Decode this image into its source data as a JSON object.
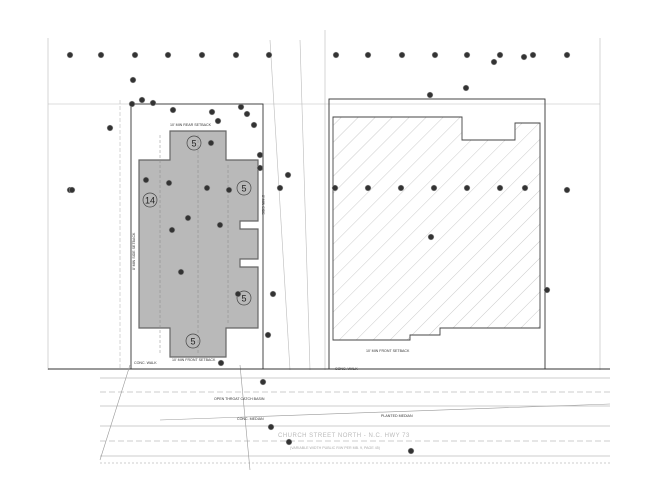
{
  "labels": {
    "rear_setback": "10' MIN REAR SETBACK",
    "side_setback_left": "8' MIN SIDE SETBACK",
    "side_setback_right": "8' MIN SIDE",
    "front_setback_left": "10' MIN FRONT SETBACK",
    "front_setback_right": "10' MIN FRONT SETBACK",
    "conc_walk_left": "CONC. WALK",
    "conc_walk_right": "CONC. WALK",
    "conc_median": "CONC. MEDIAN",
    "planted_median": "PLANTED MEDIAN",
    "street_name": "CHURCH STREET NORTH - N.C. HWY 73",
    "street_row": "(VARIABLE WIDTH PUBLIC R/W PER MB. 9, PAGE 45)",
    "open_throat": "OPEN THROAT CATCH BASIN"
  },
  "parking_counts": [
    "5",
    "5",
    "14",
    "5",
    "5"
  ],
  "colors": {
    "paving": "#b9b9b9",
    "line": "#222222",
    "marker": "#333333"
  }
}
